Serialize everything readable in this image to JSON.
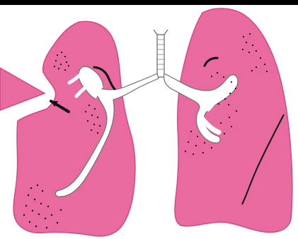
{
  "image": {
    "subject": "Lungs",
    "colors": {
      "background": "#ffffff",
      "top_band": "#000000",
      "lung_fill": "#e86a9e",
      "lung_outline": "#d24a84",
      "airway_fill": "#ffffff",
      "airway_outline": "#6f6f6f",
      "marks": "#111111"
    },
    "elements": [
      "left-lung",
      "right-lung",
      "trachea",
      "left-bronchus",
      "right-bronchus",
      "detached-lung-fragment",
      "arrow-icon",
      "fissure-line"
    ]
  }
}
